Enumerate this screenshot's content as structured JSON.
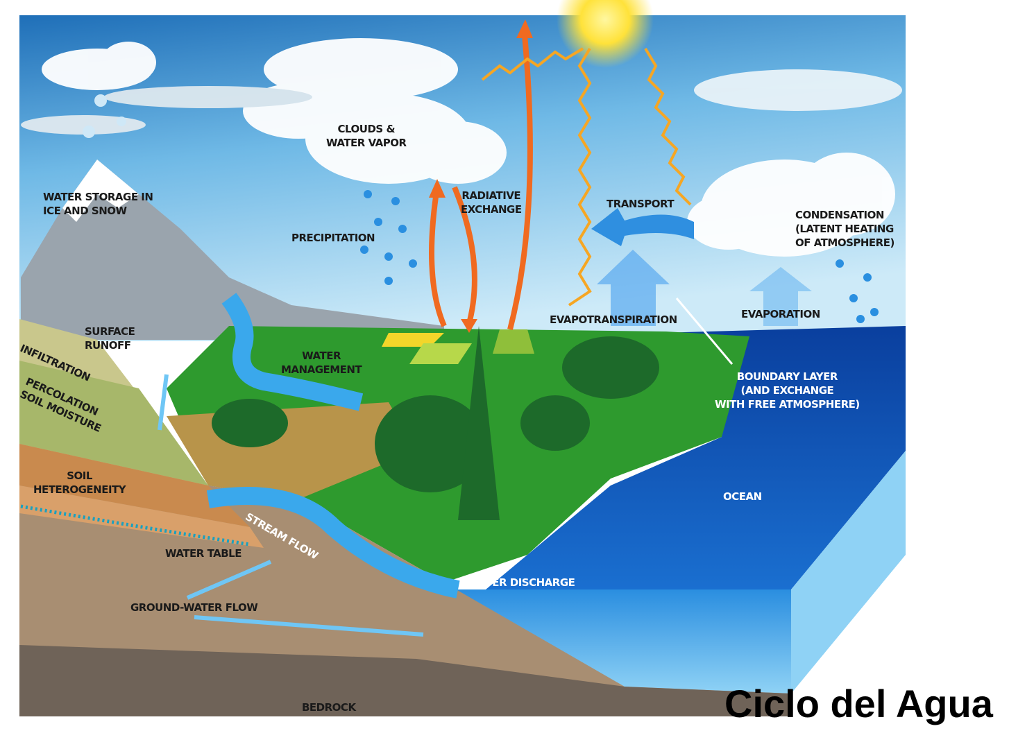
{
  "title": "Ciclo del Agua",
  "labels": {
    "clouds": "CLOUDS &\nWATER VAPOR",
    "ice_snow": "WATER STORAGE IN\nICE AND SNOW",
    "precipitation": "PRECIPITATION",
    "radiative": "RADIATIVE\nEXCHANGE",
    "transport": "TRANSPORT",
    "condensation": "CONDENSATION\n(LATENT HEATING\nOF ATMOSPHERE)",
    "evapotranspiration": "EVAPOTRANSPIRATION",
    "evaporation": "EVAPORATION",
    "surface_runoff": "SURFACE\nRUNOFF",
    "infiltration": "INFILTRATION",
    "percolation": "PERCOLATION\nSOIL MOISTURE",
    "water_management": "WATER\nMANAGEMENT",
    "boundary_layer": "BOUNDARY LAYER\n(AND EXCHANGE\nWITH FREE ATMOSPHERE)",
    "soil_heterogeneity": "SOIL\nHETEROGENEITY",
    "stream_flow": "STREAM FLOW",
    "ocean": "OCEAN",
    "water_table": "WATER TABLE",
    "river_discharge": "RIVER DISCHARGE",
    "groundwater_flow": "GROUND-WATER FLOW",
    "bedrock": "BEDROCK"
  },
  "colors": {
    "sky": "#3b8fd0",
    "ocean": "#0b4fb0",
    "land": "#2e9a2e",
    "arrow": "#f06a20",
    "sun": "#ffe23a"
  }
}
